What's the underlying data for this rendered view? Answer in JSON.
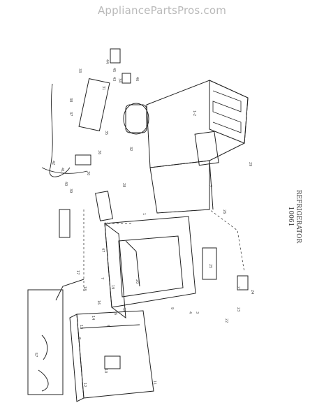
{
  "watermark": "AppliancePartsPros.com",
  "title": {
    "line1": "REFRIGERATOR",
    "line2": "10061"
  },
  "callouts": [
    "1",
    "1-2",
    "2",
    "3",
    "4",
    "5",
    "6",
    "7",
    "8",
    "9",
    "10",
    "11",
    "12",
    "13",
    "14",
    "15",
    "16",
    "17",
    "18",
    "19",
    "20",
    "21",
    "22",
    "23",
    "24",
    "25",
    "26",
    "27",
    "28",
    "29",
    "30",
    "31",
    "32",
    "33",
    "34",
    "35",
    "36",
    "37",
    "38",
    "39",
    "40",
    "41",
    "42",
    "43",
    "44",
    "45",
    "46",
    "47",
    "57"
  ],
  "colors": {
    "line": "#222222",
    "watermark": "#b9b9b9"
  }
}
